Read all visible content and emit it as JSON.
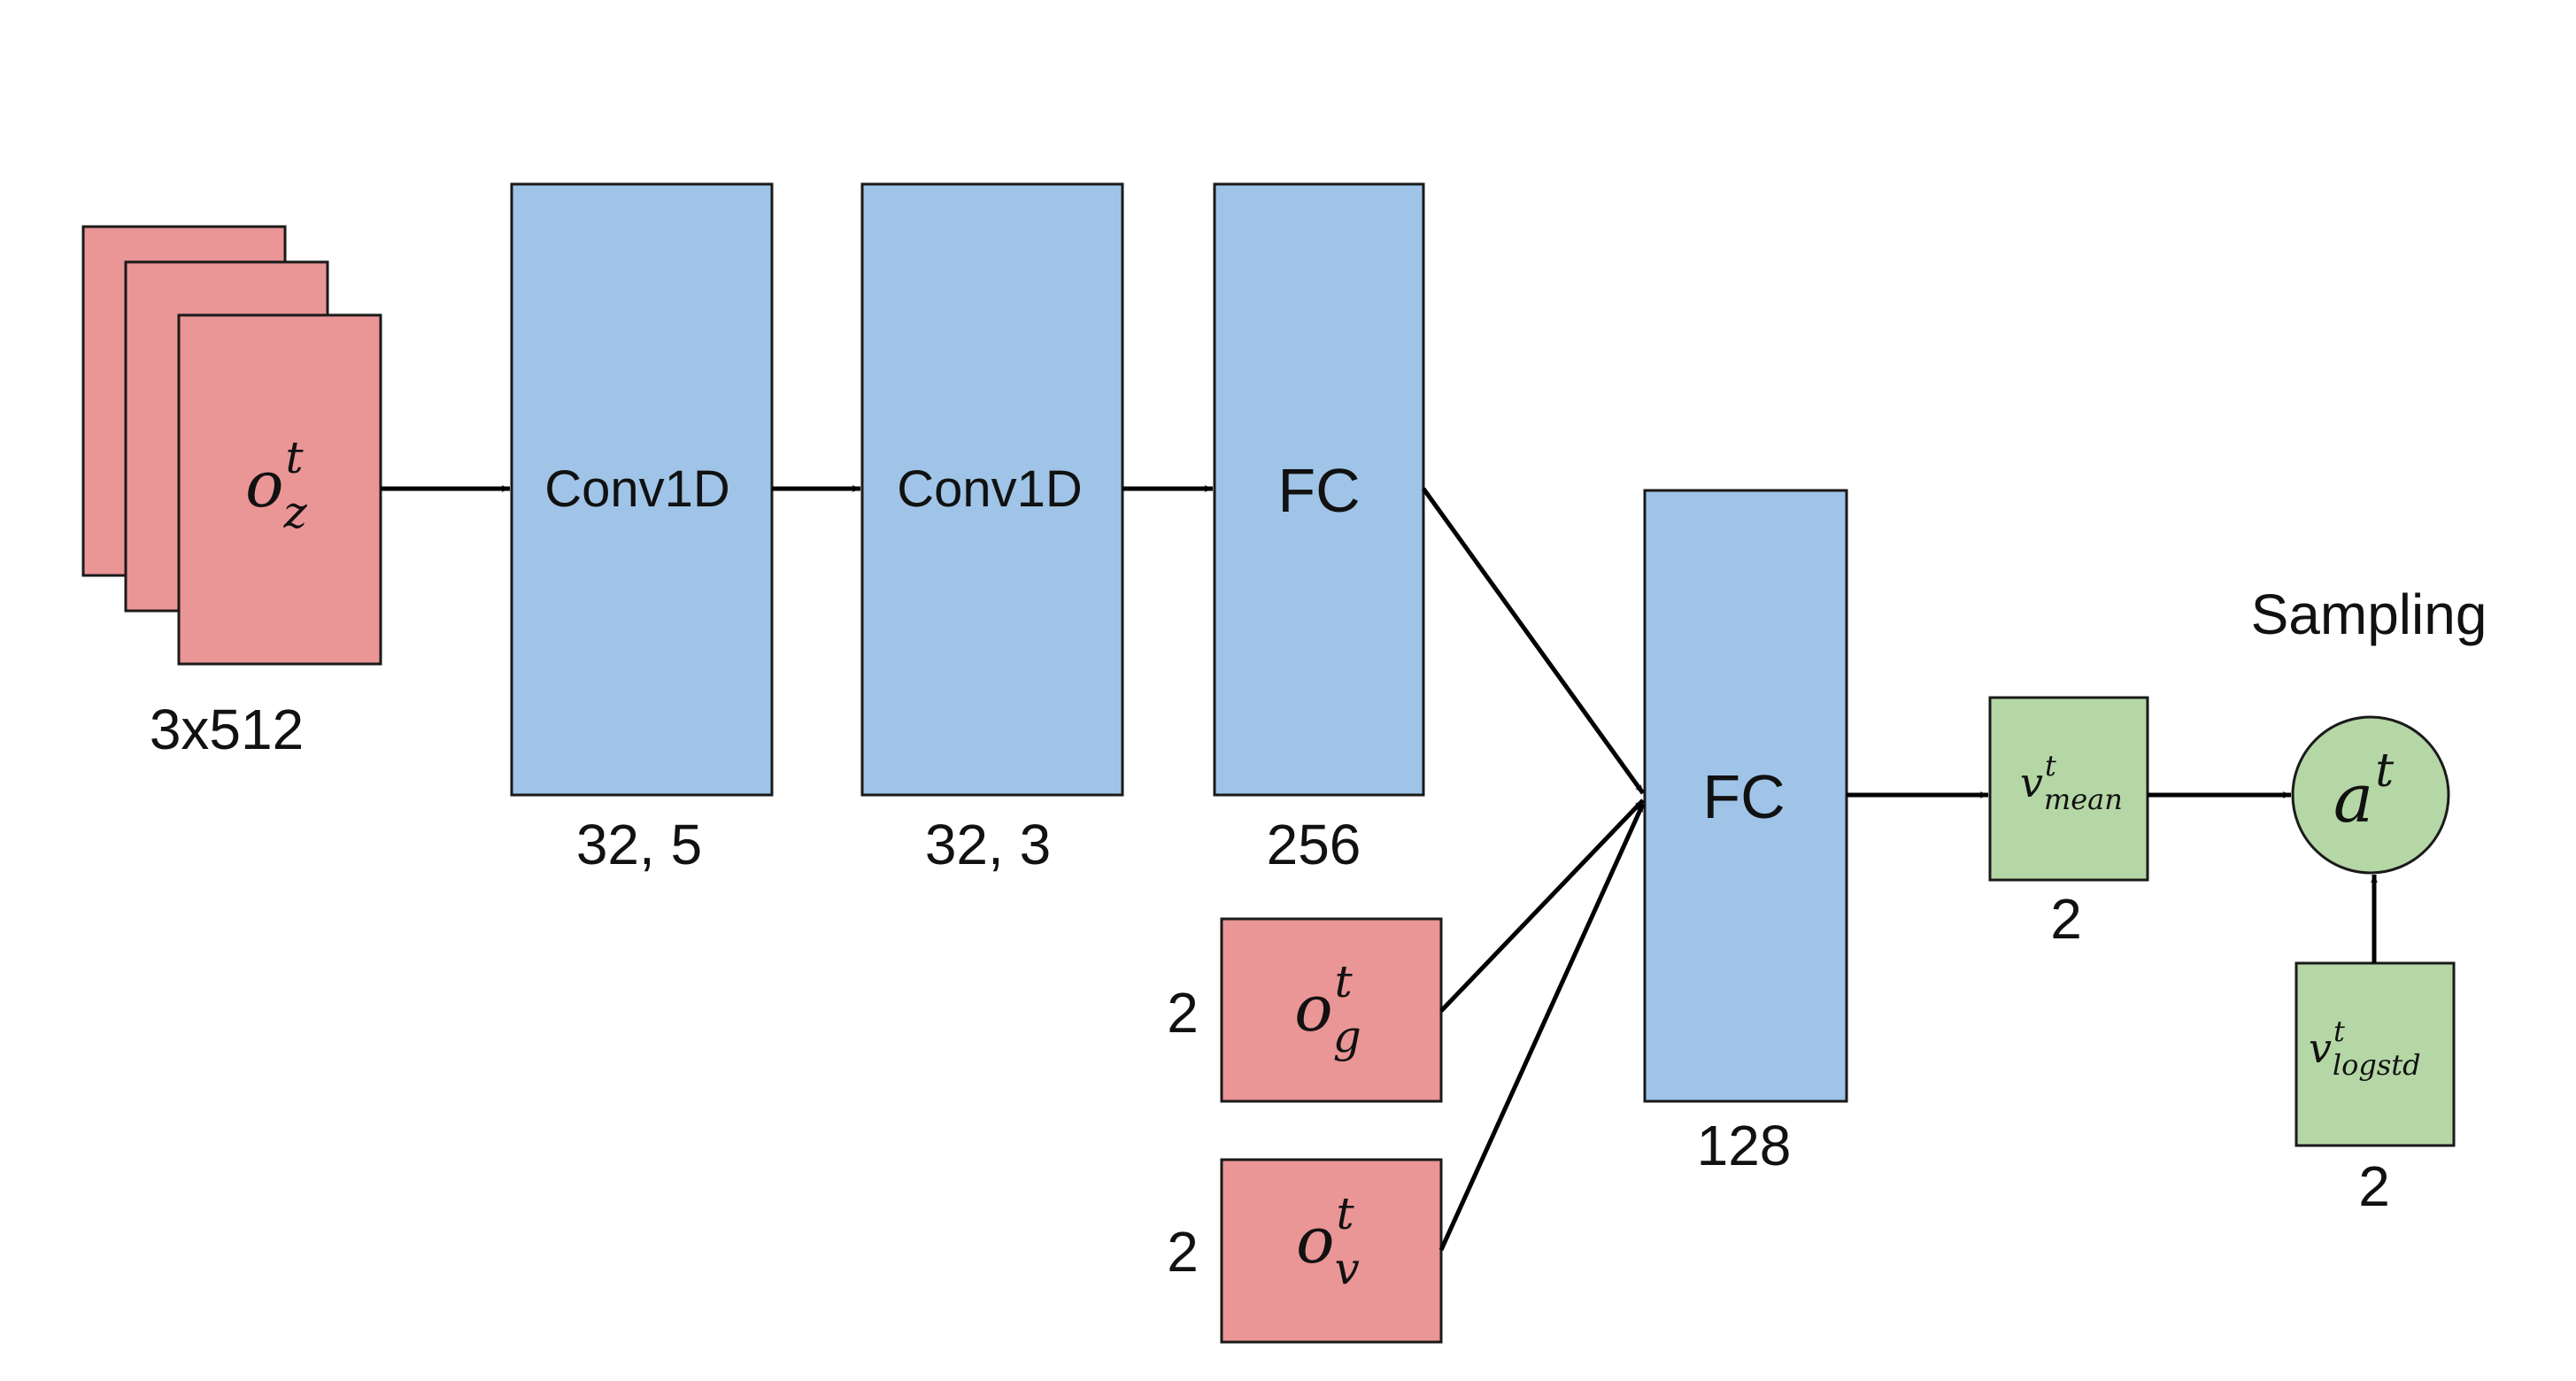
{
  "input_z": {
    "symbol": "o",
    "superscript": "t",
    "subscript": "z",
    "size_label": "3x512"
  },
  "conv1": {
    "label": "Conv1D",
    "params": "32, 5"
  },
  "conv2": {
    "label": "Conv1D",
    "params": "32, 3"
  },
  "fc1": {
    "label": "FC",
    "size": "256"
  },
  "input_g": {
    "symbol": "o",
    "superscript": "t",
    "subscript": "g",
    "size_label": "2"
  },
  "input_v": {
    "symbol": "o",
    "superscript": "t",
    "subscript": "v",
    "size_label": "2"
  },
  "fc2": {
    "label": "FC",
    "size": "128"
  },
  "v_mean": {
    "symbol": "v",
    "superscript": "t",
    "subscript": "mean",
    "size": "2"
  },
  "v_logstd": {
    "symbol": "v",
    "superscript": "t",
    "subscript": "logstd",
    "size": "2"
  },
  "action": {
    "symbol": "a",
    "superscript": "t"
  },
  "sampling_label": "Sampling",
  "colors": {
    "input": "#ea9596",
    "layer": "#9fc4e7",
    "output": "#b5d7a6"
  }
}
